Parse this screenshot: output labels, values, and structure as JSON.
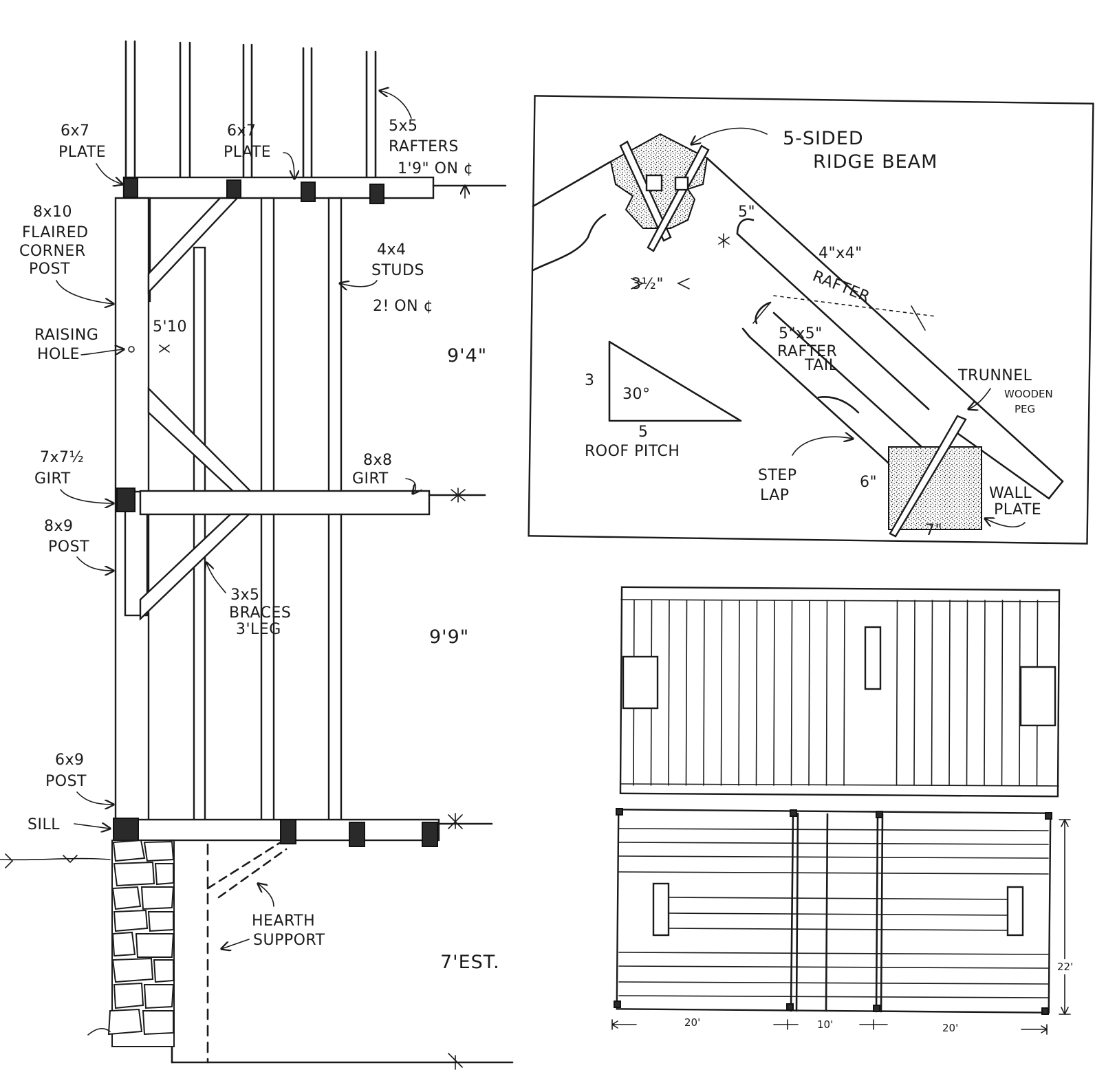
{
  "wall_section": {
    "labels": {
      "plate_6x7_left": [
        "6x7",
        "PLATE"
      ],
      "plate_6x7_mid": [
        "6x7",
        "PLATE"
      ],
      "rafters_5x5": [
        "5x5",
        "RAFTERS",
        "1'9\" ON ¢"
      ],
      "corner_post": [
        "8x10",
        "FLAIRED",
        "CORNER",
        "POST"
      ],
      "studs": [
        "4x4",
        "STUDS"
      ],
      "stud_spacing": "2! ON ¢",
      "raising_hole": [
        "RAISING",
        "HOLE"
      ],
      "brace_len": "5'10",
      "upper_height": "9'4\"",
      "girt_7x75": [
        "7x7½",
        "GIRT"
      ],
      "girt_8x8": [
        "8x8",
        "GIRT"
      ],
      "post_8x9": [
        "8x9",
        "POST"
      ],
      "braces": [
        "3x5",
        "BRACES",
        "3'LEG"
      ],
      "lower_height": "9'9\"",
      "post_6x9": [
        "6x9",
        "POST"
      ],
      "sill": "SILL",
      "hearth_support": [
        "HEARTH",
        "SUPPORT"
      ],
      "basement_height": "7'EST."
    }
  },
  "ridge_detail": {
    "labels": {
      "ridge_beam": [
        "5-SIDED",
        "RIDGE BEAM"
      ],
      "depth_5": "5\"",
      "width_3half": "3½\"",
      "rafter_4x4": [
        "4\"x4\"",
        "RAFTER"
      ],
      "rafter_tail": [
        "5\"x5\"",
        "RAFTER",
        "TAIL"
      ],
      "trunnel": [
        "TRUNNEL",
        "WOODEN",
        "PEG"
      ],
      "pitch_rise": "3",
      "pitch_run": "5",
      "pitch_angle": "30°",
      "roof_pitch": "ROOF PITCH",
      "step_lap": [
        "STEP",
        "LAP"
      ],
      "plate_height": "6\"",
      "plate_width": "7\"",
      "wall_plate": [
        "WALL",
        "PLATE"
      ]
    }
  },
  "floor_plan": {
    "labels": {
      "span_left": "20'",
      "span_mid": "10'",
      "span_right": "20'",
      "depth": "22'"
    }
  }
}
